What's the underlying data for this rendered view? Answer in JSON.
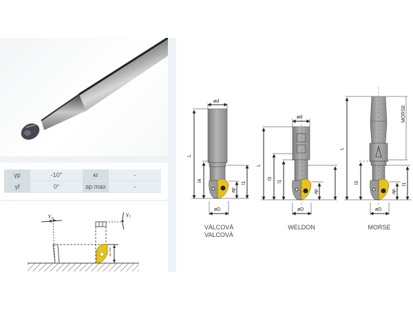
{
  "photo": {
    "subject": "ball-nose end mill with indexable insert"
  },
  "parameters_table": {
    "rows": [
      {
        "symbol": "γp",
        "value": "-10°",
        "symbol2": "κr",
        "value2": "-"
      },
      {
        "symbol": "γf",
        "value": "0°",
        "symbol2": "ap max",
        "value2": "-"
      }
    ]
  },
  "geometry_diagram": {
    "labels": {
      "gamma_p": "γp",
      "gamma_f": "γf",
      "ap_max": "ap max"
    }
  },
  "drawings": [
    {
      "id": "valcova",
      "caption_line1": "VÁLCOVÁ",
      "caption_line2": "VALCOVÁ",
      "dims": {
        "shank_dia": "ød",
        "body_dia": "øD",
        "length": "L",
        "l4": "l4",
        "l1": "l1",
        "ap": "ap"
      }
    },
    {
      "id": "weldon",
      "caption_line1": "WELDON",
      "dims": {
        "shank_dia": "ød",
        "body_dia": "øD",
        "length": "L",
        "l3": "l3",
        "l1": "l1",
        "ap": "ap"
      }
    },
    {
      "id": "morse",
      "caption_line1": "MORSE",
      "dims": {
        "taper": "MORSE",
        "body_dia": "øD",
        "length": "L",
        "l3": "l3",
        "l1": "l1",
        "ap": "ap"
      }
    }
  ],
  "colors": {
    "panel_bg": "#edf3f6",
    "table_sym_bg": "#d4dee3",
    "table_val_bg": "#e8eff2",
    "insert_yellow": "#e8c21a",
    "tool_gray": "#9a9a9a"
  }
}
